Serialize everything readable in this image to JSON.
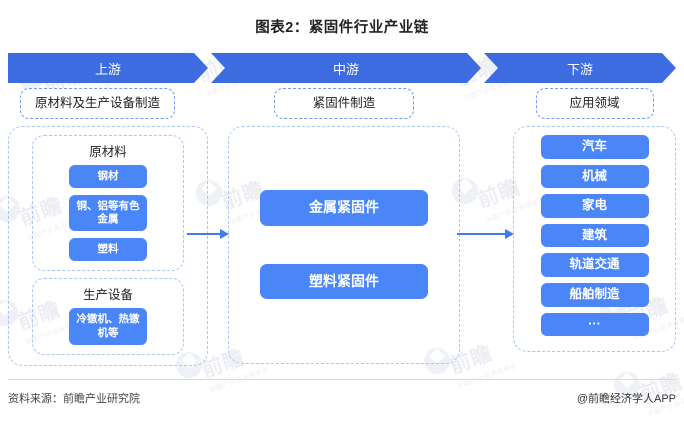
{
  "title": "图表2：紧固件行业产业链",
  "colors": {
    "banner": "#3C6CE0",
    "pill": "#4A86F7",
    "dashed_border": "#A9C6F4",
    "arrow": "#3C7BF0",
    "text_dark": "#222222"
  },
  "banner": {
    "stages": [
      {
        "label": "上游"
      },
      {
        "label": "中游"
      },
      {
        "label": "下游"
      }
    ]
  },
  "upstream": {
    "header": "原材料及生产设备制造",
    "groups": [
      {
        "title": "原材料",
        "items": [
          "钢材",
          "铜、铝等有色金属",
          "塑料"
        ]
      },
      {
        "title": "生产设备",
        "items": [
          "冷镦机、热镦机等"
        ]
      }
    ]
  },
  "midstream": {
    "header": "紧固件制造",
    "items": [
      "金属紧固件",
      "塑料紧固件"
    ]
  },
  "downstream": {
    "header": "应用领域",
    "items": [
      "汽车",
      "机械",
      "家电",
      "建筑",
      "轨道交通",
      "船舶制造",
      "···"
    ]
  },
  "arrows": {
    "upstream_to_midstream": "arrow-right-icon",
    "midstream_to_downstream": "arrow-right-icon"
  },
  "footer": {
    "source": "资料来源：前瞻产业研究院",
    "attribution": "@前瞻经济学人APP"
  },
  "watermark": {
    "brand": "前瞻",
    "sub": "中国产业咨询领导者"
  }
}
